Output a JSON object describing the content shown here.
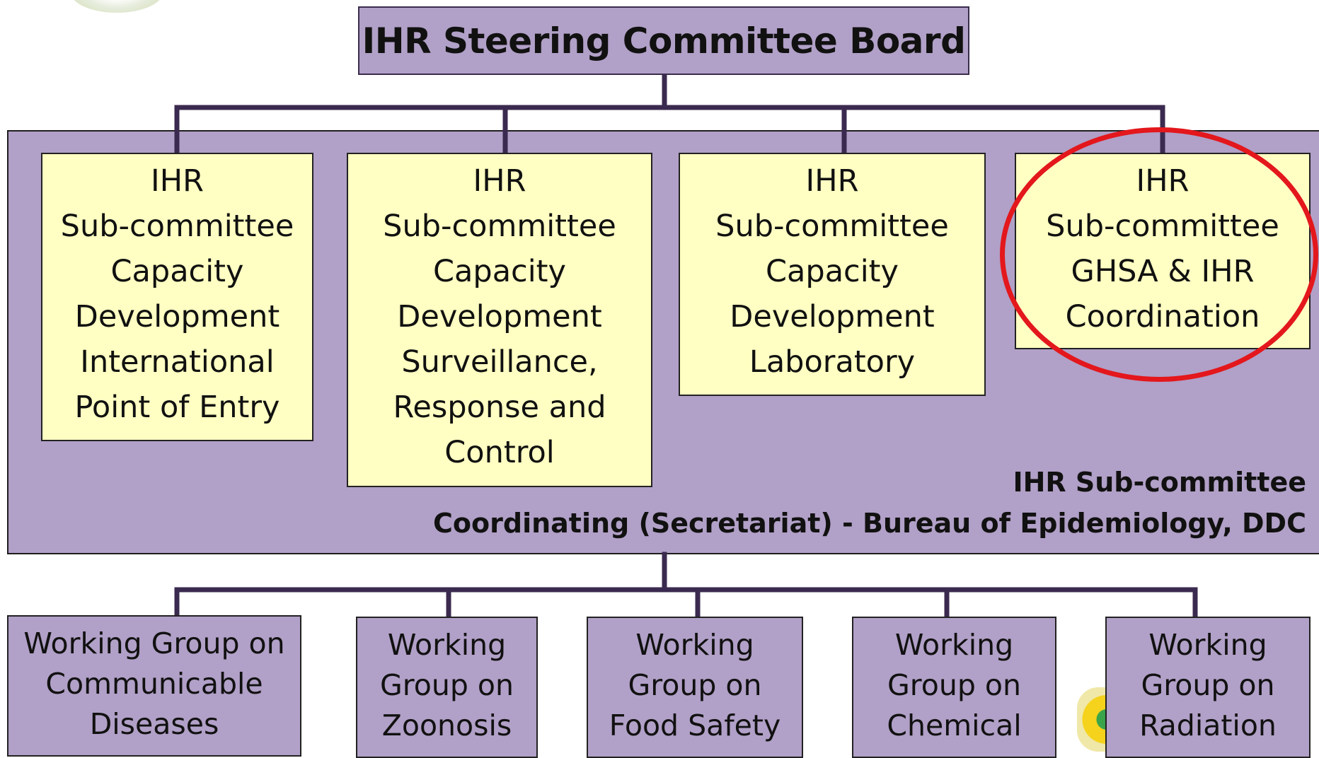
{
  "board": {
    "title": "IHR Steering Committee Board"
  },
  "subcommittees": [
    {
      "lines": [
        "IHR",
        "Sub-committee",
        "Capacity",
        "Development",
        "International",
        "Point of Entry"
      ]
    },
    {
      "lines": [
        "IHR",
        "Sub-committee",
        "Capacity",
        "Development",
        "Surveillance,",
        "Response and",
        "Control"
      ]
    },
    {
      "lines": [
        "IHR",
        "Sub-committee",
        "Capacity",
        "Development",
        "Laboratory"
      ]
    },
    {
      "lines": [
        "IHR",
        "Sub-committee",
        "GHSA & IHR",
        "Coordination"
      ]
    }
  ],
  "secretariat": {
    "line1": "IHR Sub-committee",
    "line2": "Coordinating (Secretariat) - Bureau of Epidemiology, DDC"
  },
  "working_groups": [
    {
      "lines": [
        "Working Group on",
        "Communicable",
        "Diseases"
      ]
    },
    {
      "lines": [
        "Working",
        "Group on",
        "Zoonosis"
      ]
    },
    {
      "lines": [
        "Working",
        "Group on",
        "Food Safety"
      ]
    },
    {
      "lines": [
        "Working",
        "Group on",
        "Chemical"
      ]
    },
    {
      "lines": [
        "Working",
        "Group on",
        "Radiation"
      ]
    }
  ],
  "colors": {
    "box_purple": "#b1a0c7",
    "box_yellow": "#ffffc3",
    "connector": "#3b2a4f",
    "highlight_circle": "#e3171c"
  }
}
